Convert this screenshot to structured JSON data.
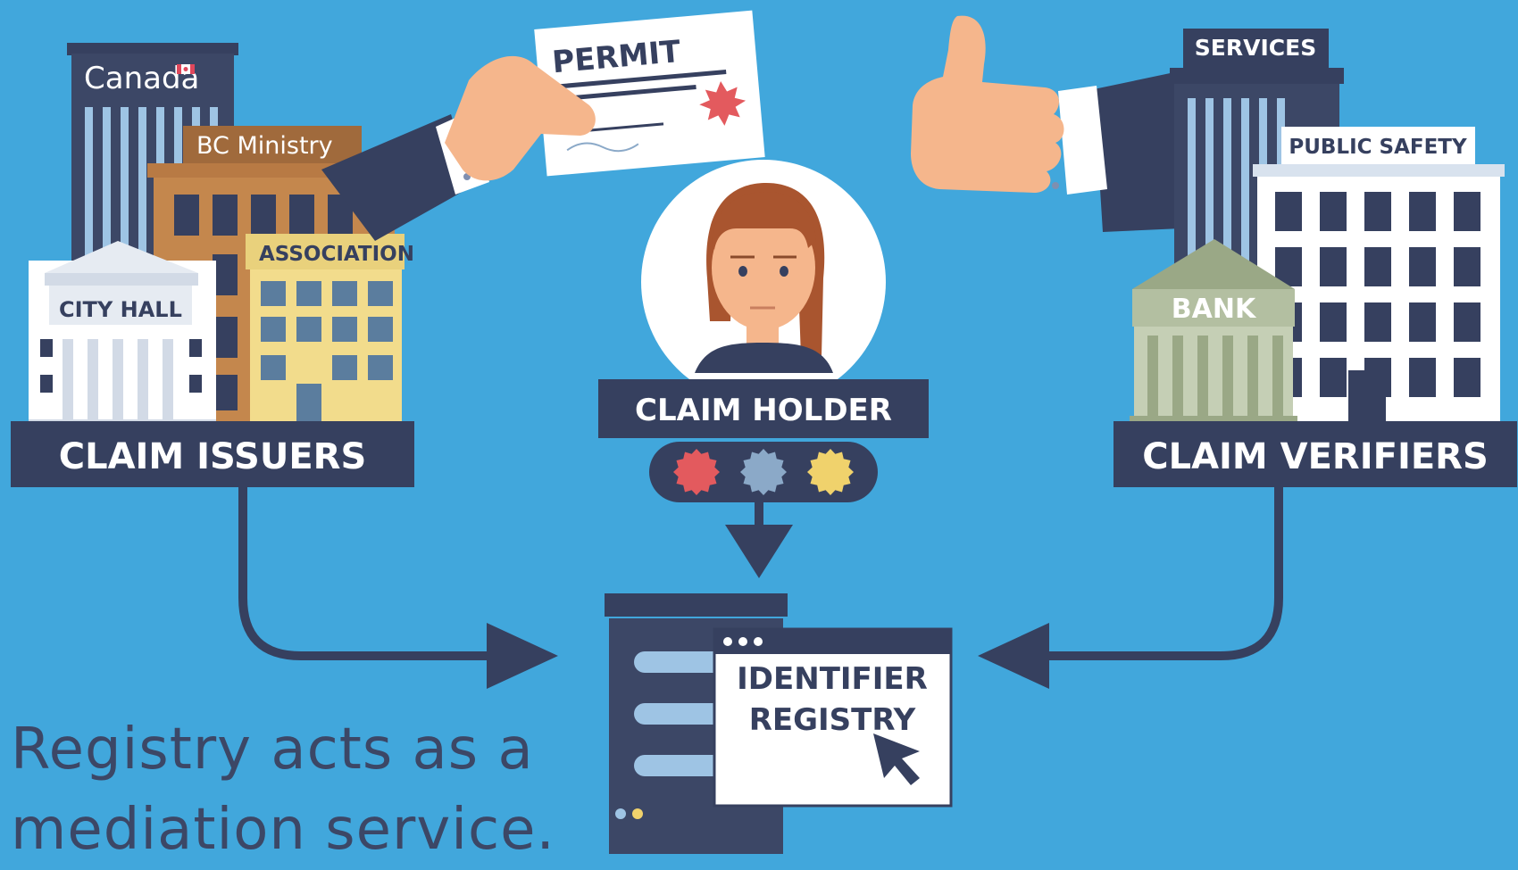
{
  "issuers": {
    "canada_label": "Canada",
    "ministry_label": "BC Ministry",
    "association_label": "ASSOCIATION",
    "city_hall_label": "CITY HALL",
    "group_label": "CLAIM ISSUERS"
  },
  "permit": {
    "title": "PERMIT"
  },
  "holder": {
    "label": "CLAIM HOLDER",
    "claim_colors": [
      "#e35a5e",
      "#8ba9c8",
      "#f0d26c"
    ]
  },
  "verifiers": {
    "services_label": "SERVICES",
    "public_safety_label": "PUBLIC SAFETY",
    "bank_label": "BANK",
    "group_label": "CLAIM VERIFIERS"
  },
  "registry": {
    "line1": "IDENTIFIER",
    "line2": "REGISTRY"
  },
  "caption": {
    "line1": "Registry acts as a",
    "line2": "mediation service."
  },
  "colors": {
    "background": "#41a7dc",
    "navy": "#36405f",
    "white": "#ffffff"
  }
}
